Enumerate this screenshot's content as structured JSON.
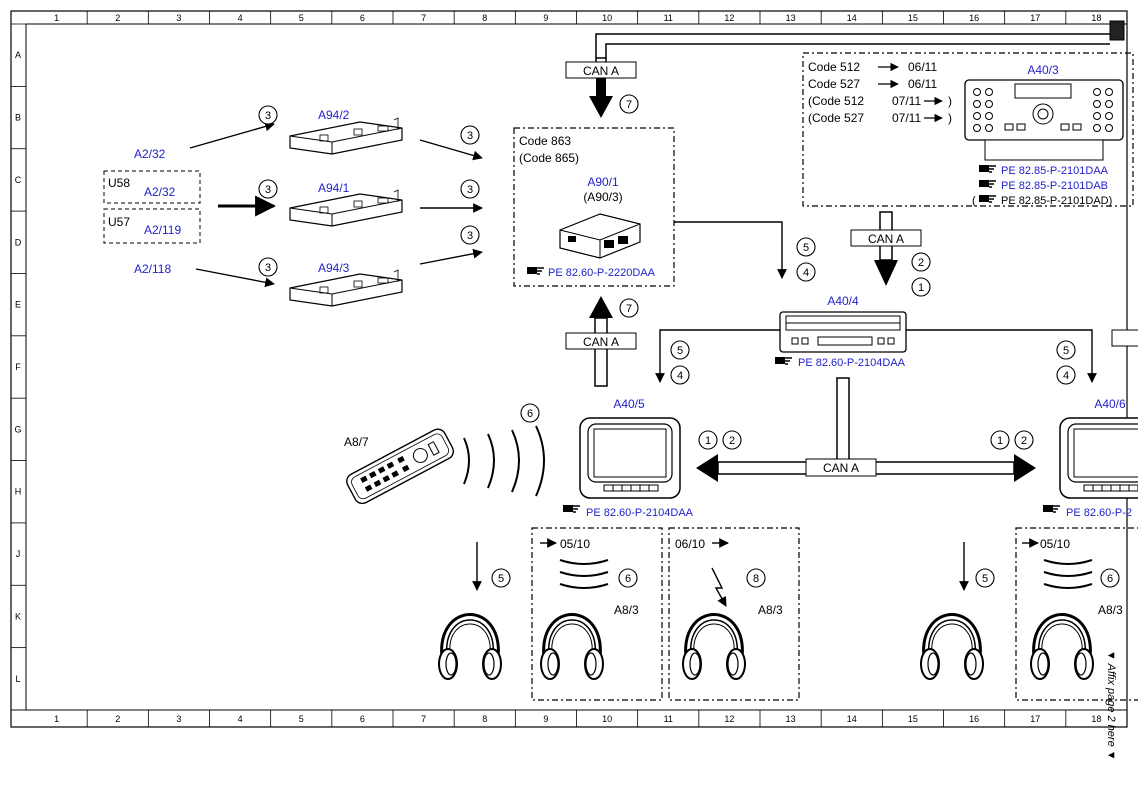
{
  "grid": {
    "columns": [
      "1",
      "2",
      "3",
      "4",
      "5",
      "6",
      "7",
      "8",
      "9",
      "10",
      "11",
      "12",
      "13",
      "14",
      "15",
      "16",
      "17",
      "18"
    ],
    "rows": [
      "A",
      "B",
      "C",
      "D",
      "E",
      "F",
      "G",
      "H",
      "J",
      "K",
      "L"
    ]
  },
  "components": {
    "a2_32_top": "A2/32",
    "u58": "U58",
    "a2_32_box": "A2/32",
    "u57": "U57",
    "a2_119": "A2/119",
    "a2_118": "A2/118",
    "a94_2": "A94/2",
    "a94_1": "A94/1",
    "a94_3": "A94/3",
    "a90_1": "A90/1",
    "a90_3": "(A90/3)",
    "a40_3": "A40/3",
    "a40_4": "A40/4",
    "a40_5": "A40/5",
    "a40_6": "A40/6",
    "a8_7": "A8/7",
    "a8_3_1": "A8/3",
    "a8_3_2": "A8/3",
    "a8_3_3": "A8/3"
  },
  "codes": {
    "code_863": "Code 863",
    "code_865": "(Code 865)",
    "c512": "Code 512",
    "c512_date": "06/11",
    "c527": "Code 527",
    "c527_date": "06/11",
    "c512b": "(Code 512",
    "c512b_date": "07/11",
    "c527b": "(Code 527",
    "c527b_date": "07/11",
    "close_paren": ")",
    "date_0510_a": "05/10",
    "date_0610": "06/10",
    "date_0510_b": "05/10"
  },
  "refs": {
    "pe_2220": "PE 82.60-P-2220DAA",
    "pe_2101a": "PE 82.85-P-2101DAA",
    "pe_2101b": "PE 82.85-P-2101DAB",
    "pe_2101d": "PE 82.85-P-2101DAD)",
    "pe_2104_a404": "PE 82.60-P-2104DAA",
    "pe_2104_a405": "PE 82.60-P-2104DAA",
    "pe_2104_a406": "PE 82.60-P-2"
  },
  "bus": {
    "can_top": "CAN A",
    "can_right": "CAN A",
    "can_left": "CAN A",
    "can_horizontal": "CAN A"
  },
  "markers": {
    "m1": "1",
    "m2": "2",
    "m3": "3",
    "m4": "4",
    "m5": "5",
    "m6": "6",
    "m7": "7",
    "m8": "8"
  },
  "affix_note": "▼ Affix page 2 here ▼",
  "colors": {
    "label_blue": "#2222cc",
    "line": "#000000"
  }
}
